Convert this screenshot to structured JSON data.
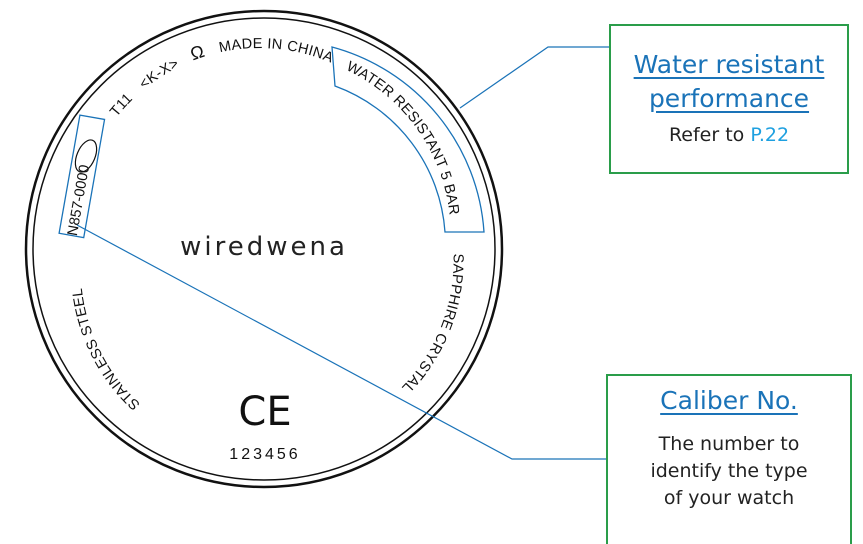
{
  "caseback": {
    "brand": "wiredwena",
    "rim_top": "MADE IN CHINA",
    "mark_kx": "<K-X>",
    "mark_symbol": "Ω",
    "model_code": "T11",
    "water_resist": "WATER RESISTANT 5 BAR",
    "rim_right": "SAPPHIRE CRYSTAL",
    "rim_left": "STAINLESS STEEL",
    "caliber": "N857-0000",
    "ce_mark": "CE",
    "serial": "123456"
  },
  "callouts": {
    "water": {
      "title_line1": "Water resistant",
      "title_line2": "performance",
      "body_prefix": "Refer to ",
      "page_ref": "P.22"
    },
    "caliber": {
      "title": "Caliber No.",
      "body_line1": "The number to",
      "body_line2": "identify the type",
      "body_line3": "of your watch"
    }
  },
  "colors": {
    "callout_border": "#2a9d4a",
    "leader_line": "#1a73b8",
    "title_link": "#1a73b8",
    "page_ref": "#1ea0e0",
    "highlight_box": "#1a73b8",
    "case_outline": "#111111"
  }
}
